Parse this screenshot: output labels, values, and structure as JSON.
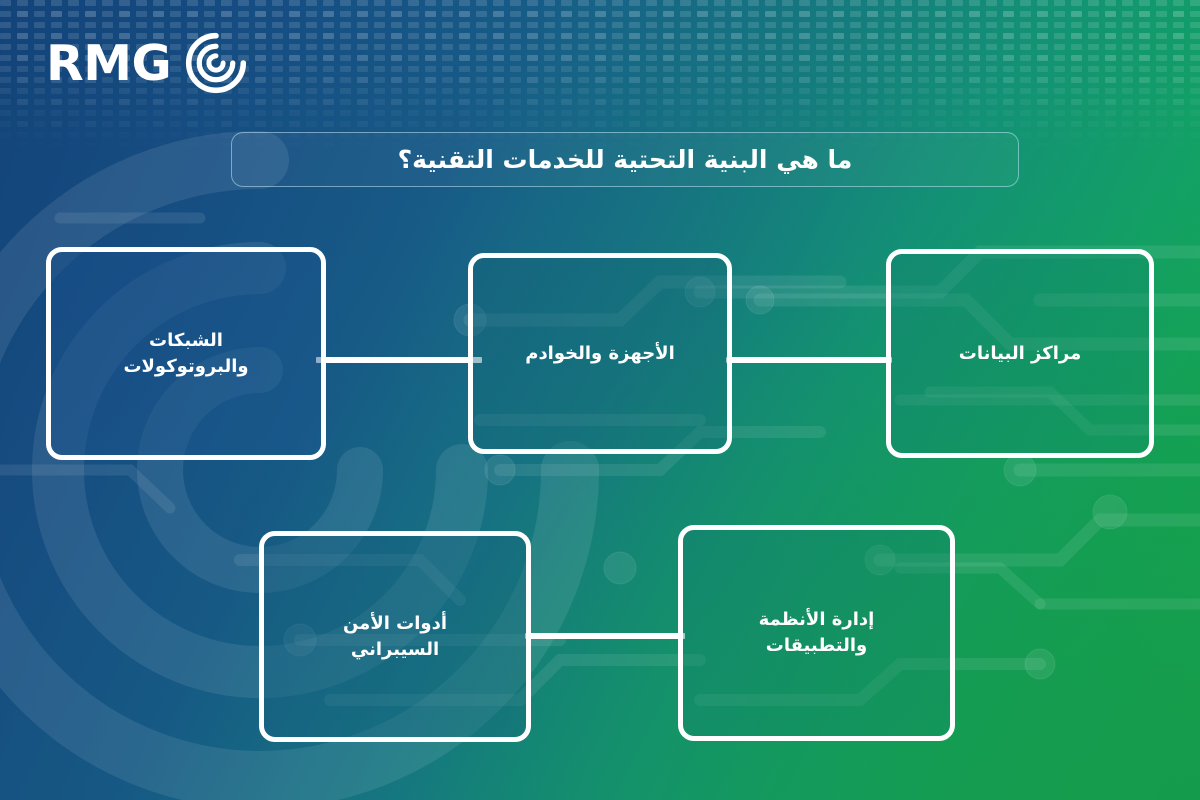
{
  "brand": {
    "name": "RMG",
    "logo_icon": "spiral-target-icon"
  },
  "title": {
    "text": "ما هي البنية التحتية للخدمات التقنية؟"
  },
  "colors": {
    "blue": "#17528f",
    "teal": "#177f85",
    "green": "#16a04e",
    "box_border": "#ffffff",
    "text": "#ffffff",
    "connector": "#ffffff"
  },
  "diagram": {
    "nodes": [
      {
        "id": "networks",
        "label": "الشبكات\nوالبروتوكولات",
        "row": 1,
        "col": 1
      },
      {
        "id": "hardware",
        "label": "الأجهزة والخوادم",
        "row": 1,
        "col": 2
      },
      {
        "id": "datacenters",
        "label": "مراكز البيانات",
        "row": 1,
        "col": 3
      },
      {
        "id": "security",
        "label": "أدوات الأمن\nالسيبراني",
        "row": 2,
        "col": 1
      },
      {
        "id": "systems",
        "label": "إدارة الأنظمة\nوالتطبيقات",
        "row": 2,
        "col": 2
      }
    ],
    "connectors": [
      {
        "from": "networks",
        "to": "hardware"
      },
      {
        "from": "hardware",
        "to": "datacenters"
      },
      {
        "from": "security",
        "to": "systems"
      }
    ]
  }
}
